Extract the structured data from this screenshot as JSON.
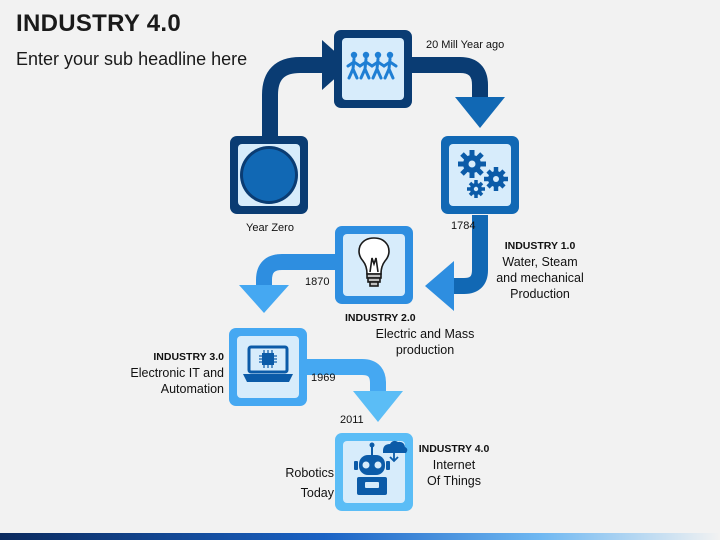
{
  "title": "INDUSTRY 4.0",
  "subtitle": "Enter your sub headline here",
  "colors": {
    "darkest": "#0a3c73",
    "dark": "#1168b4",
    "mid": "#2e8ee0",
    "light": "#45a8f2",
    "lightest": "#5bbdf6",
    "tile_fill": "#d7ecfb",
    "icon_dark": "#0b5ba8",
    "icon_blue": "#1f7fd4"
  },
  "stages": [
    {
      "icon": "circle-icon",
      "caption": "Year Zero"
    },
    {
      "icon": "people-icon",
      "caption": "20 Mill Year ago"
    },
    {
      "icon": "gears-icon",
      "caption": "1784",
      "heading": "INDUSTRY 1.0",
      "description": "Water, Steam\nand mechanical\nProduction"
    },
    {
      "icon": "light-bulb-icon",
      "caption": "1870",
      "heading": "INDUSTRY 2.0",
      "description": "Electric and Mass\nproduction"
    },
    {
      "icon": "laptop-chip-icon",
      "caption": "1969",
      "heading": "INDUSTRY 3.0",
      "description": "Electronic IT and\nAutomation"
    },
    {
      "icon": "robot-cloud-icon",
      "caption": "2011",
      "heading": "INDUSTRY 4.0",
      "description": "Internet\nOf Things",
      "side_note": "Robotics\nToday"
    }
  ]
}
